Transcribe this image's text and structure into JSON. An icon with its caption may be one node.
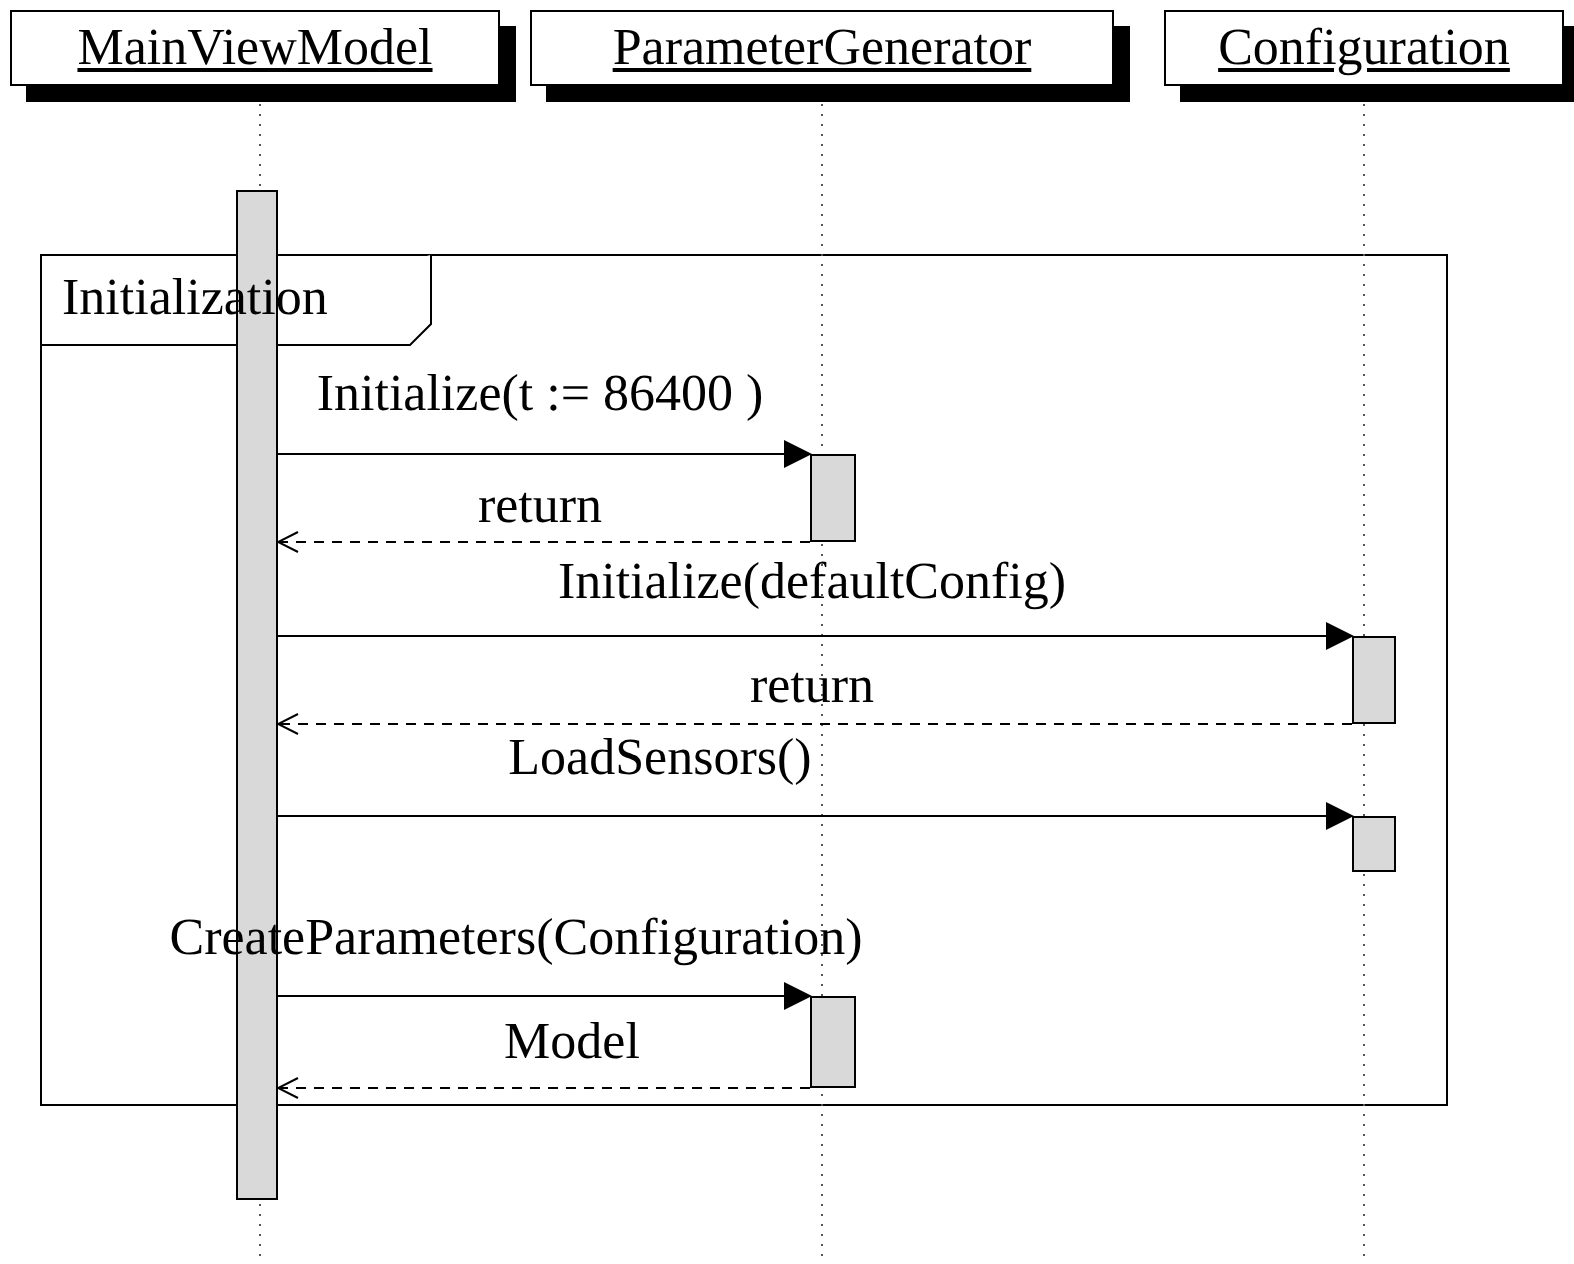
{
  "diagram": {
    "nodes": [
      {
        "text": [
          "MainViewModel"
        ]
      },
      {
        "text": [
          "ParameterGenerator"
        ]
      },
      {
        "text": [
          "Configuration"
        ]
      },
      {
        "text": [
          "Initialization"
        ]
      },
      {
        "text": [],
        "shape": "bar"
      },
      {
        "text": [],
        "shape": "bar",
        "in": 3
      },
      {
        "text": [],
        "shape": "bar",
        "in": 3
      },
      {
        "text": [],
        "shape": "bar",
        "in": 3
      },
      {
        "text": [],
        "shape": "bar",
        "in": 3
      }
    ],
    "edges": [
      {
        "from": 4,
        "to": 5,
        "arrow": "to",
        "label": "Initialize(t := 86400 )"
      },
      {
        "from": 5,
        "to": 4,
        "arrow": "to",
        "label": "return",
        "style": "dashed"
      },
      {
        "from": 4,
        "to": 6,
        "arrow": "to",
        "label": "Initialize(defaultConfig)"
      },
      {
        "from": 6,
        "to": 4,
        "arrow": "to",
        "label": "return",
        "style": "dashed"
      },
      {
        "from": 4,
        "to": 7,
        "arrow": "to",
        "label": "LoadSensors()"
      },
      {
        "from": 4,
        "to": 8,
        "arrow": "to",
        "label": "CreateParameters(Configuration)"
      },
      {
        "from": 8,
        "to": 4,
        "arrow": "to",
        "label": "Model",
        "style": "dashed"
      }
    ]
  }
}
